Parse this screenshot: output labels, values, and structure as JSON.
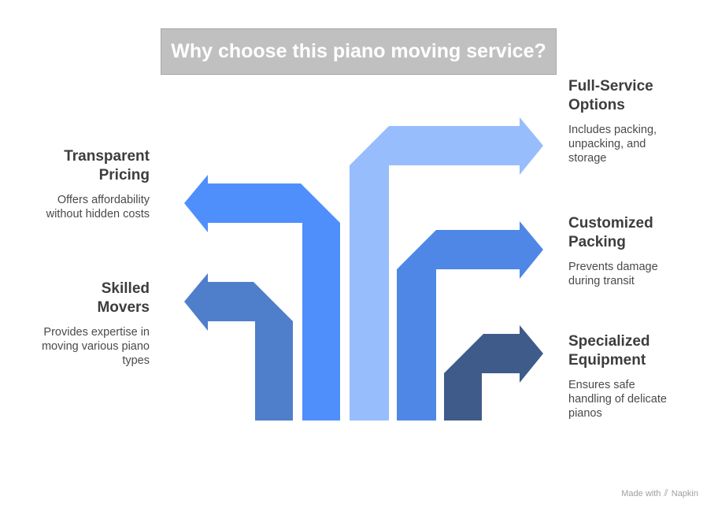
{
  "title": "Why choose this piano moving service?",
  "items": [
    {
      "id": "full-service",
      "heading_line1": "Full-Service",
      "heading_line2": "Options",
      "desc_lines": [
        "Includes packing,",
        "unpacking, and",
        "storage"
      ],
      "color": "#98bdfc"
    },
    {
      "id": "customized-packing",
      "heading_line1": "Customized",
      "heading_line2": "Packing",
      "desc_lines": [
        "Prevents damage",
        "during transit"
      ],
      "color": "#4f87e6"
    },
    {
      "id": "specialized-equipment",
      "heading_line1": "Specialized",
      "heading_line2": "Equipment",
      "desc_lines": [
        "Ensures safe",
        "handling of delicate",
        "pianos"
      ],
      "color": "#3f5b8a"
    },
    {
      "id": "transparent-pricing",
      "heading_line1": "Transparent",
      "heading_line2": "Pricing",
      "desc_lines": [
        "Offers affordability",
        "without hidden costs"
      ],
      "color": "#4f8ffc"
    },
    {
      "id": "skilled-movers",
      "heading_line1": "Skilled",
      "heading_line2": "Movers",
      "desc_lines": [
        "Provides expertise in",
        "moving various piano",
        "types"
      ],
      "color": "#4f7ecb"
    }
  ],
  "branding": {
    "made_with": "Made with",
    "brand": "Napkin"
  }
}
